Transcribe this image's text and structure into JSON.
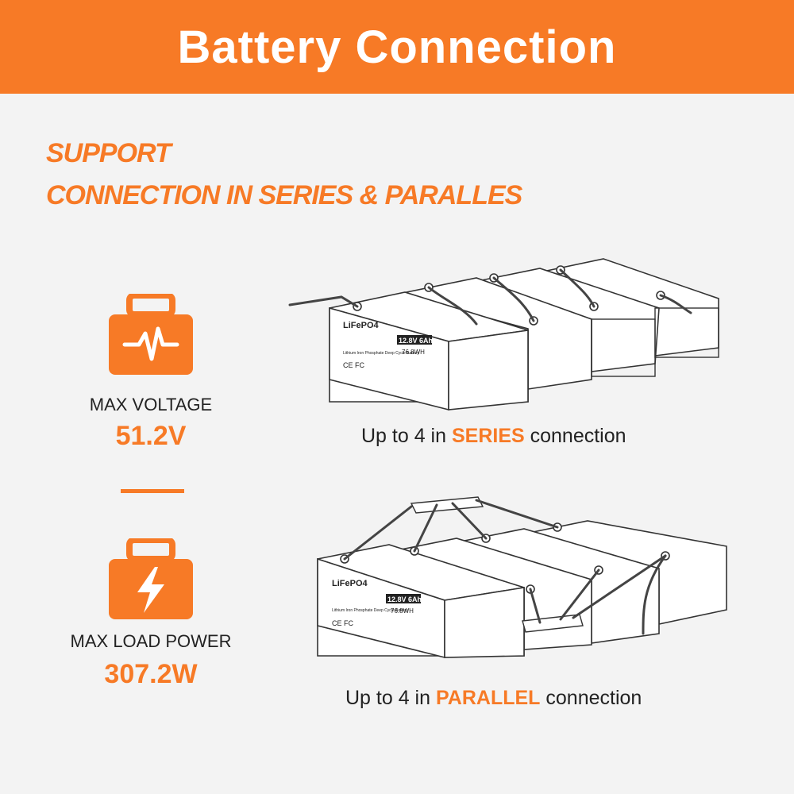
{
  "header": {
    "title": "Battery Connection"
  },
  "tagline": {
    "line1": "SUPPORT",
    "line2": "CONNECTION IN SERIES & PARALLES"
  },
  "stats": {
    "voltage": {
      "label": "MAX VOLTAGE",
      "value": "51.2V"
    },
    "power": {
      "label": "MAX LOAD POWER",
      "value": "307.2W"
    }
  },
  "battery": {
    "brand": "LiFePO4",
    "spec": "12.8V 6Ah",
    "energy": "76.8WH",
    "subtitle": "Lithium Iron Phosphate Deep Cycle Battery",
    "cert": "CE FC"
  },
  "series": {
    "prefix": "Up to 4 in",
    "highlight": "SERIES",
    "suffix": "connection"
  },
  "parallel": {
    "prefix": "Up to 4 in",
    "highlight": "PARALLEL",
    "suffix": "connection"
  },
  "colors": {
    "accent": "#f77a26",
    "background": "#f3f3f3",
    "text": "#222222"
  }
}
